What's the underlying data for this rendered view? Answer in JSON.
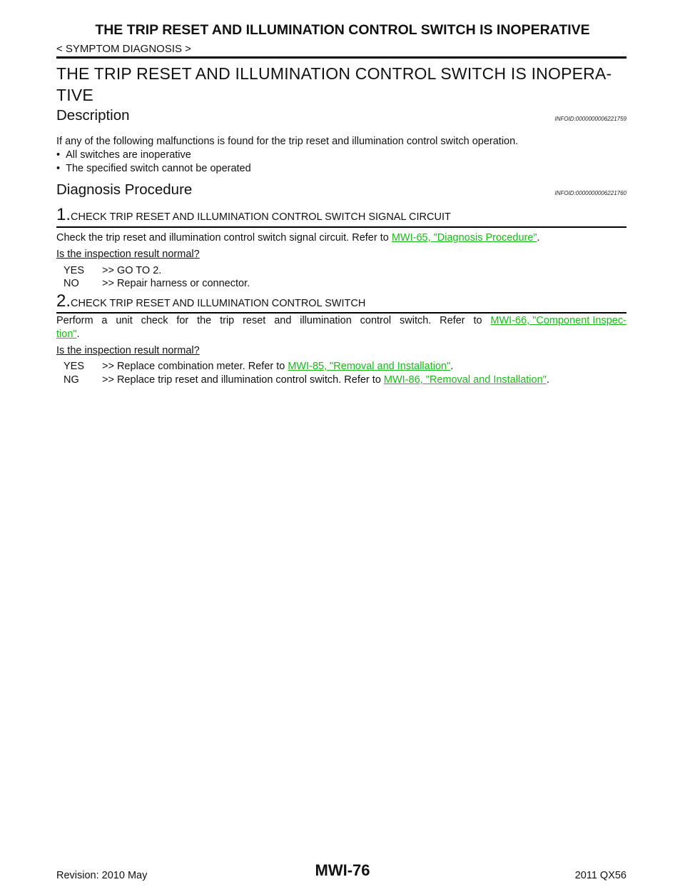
{
  "header": {
    "page_title": "THE TRIP RESET AND ILLUMINATION CONTROL SWITCH IS INOPERATIVE",
    "section_path": "< SYMPTOM DIAGNOSIS >"
  },
  "main_heading_line1": "THE TRIP RESET AND ILLUMINATION CONTROL SWITCH IS INOPERA-",
  "main_heading_line2": "TIVE",
  "description": {
    "heading": "Description",
    "infoid": "INFOID:0000000006221759",
    "intro": "If any of the following malfunctions is found for the trip reset and illumination control switch operation.",
    "bullets": [
      "All switches are inoperative",
      "The specified switch cannot be operated"
    ]
  },
  "diagnosis": {
    "heading": "Diagnosis Procedure",
    "infoid": "INFOID:0000000006221760",
    "step1": {
      "num": "1.",
      "title": "CHECK TRIP RESET AND ILLUMINATION CONTROL SWITCH SIGNAL CIRCUIT",
      "text": "Check the trip reset and illumination control switch signal circuit. Refer to ",
      "link": "MWI-65, \"Diagnosis Procedure\"",
      "text_end": ".",
      "question": "Is the inspection result normal?",
      "answers": [
        {
          "key": "YES",
          "text": ">> GO TO 2."
        },
        {
          "key": "NO",
          "text": ">> Repair harness or connector."
        }
      ]
    },
    "step2": {
      "num": "2.",
      "title": "CHECK TRIP RESET AND ILLUMINATION CONTROL SWITCH",
      "text_words": [
        "Perform",
        "a",
        "unit",
        "check",
        "for",
        "the",
        "trip",
        "reset",
        "and",
        "illumination",
        "control",
        "switch.",
        "Refer",
        "to"
      ],
      "link_part1": "MWI-66, \"Component Inspec-",
      "link_part2": "tion\"",
      "text_end": ".",
      "question": "Is the inspection result normal?",
      "answers": [
        {
          "key": "YES",
          "text": ">> Replace combination meter. Refer to ",
          "link": "MWI-85, \"Removal and Installation\"",
          "end": "."
        },
        {
          "key": "NG",
          "text": ">> Replace trip reset and illumination control switch. Refer to ",
          "link": "MWI-86, \"Removal and Installation\"",
          "end": "."
        }
      ]
    }
  },
  "footer": {
    "revision": "Revision: 2010 May",
    "page_code": "MWI-76",
    "model": "2011 QX56"
  },
  "colors": {
    "link": "#19b919"
  }
}
